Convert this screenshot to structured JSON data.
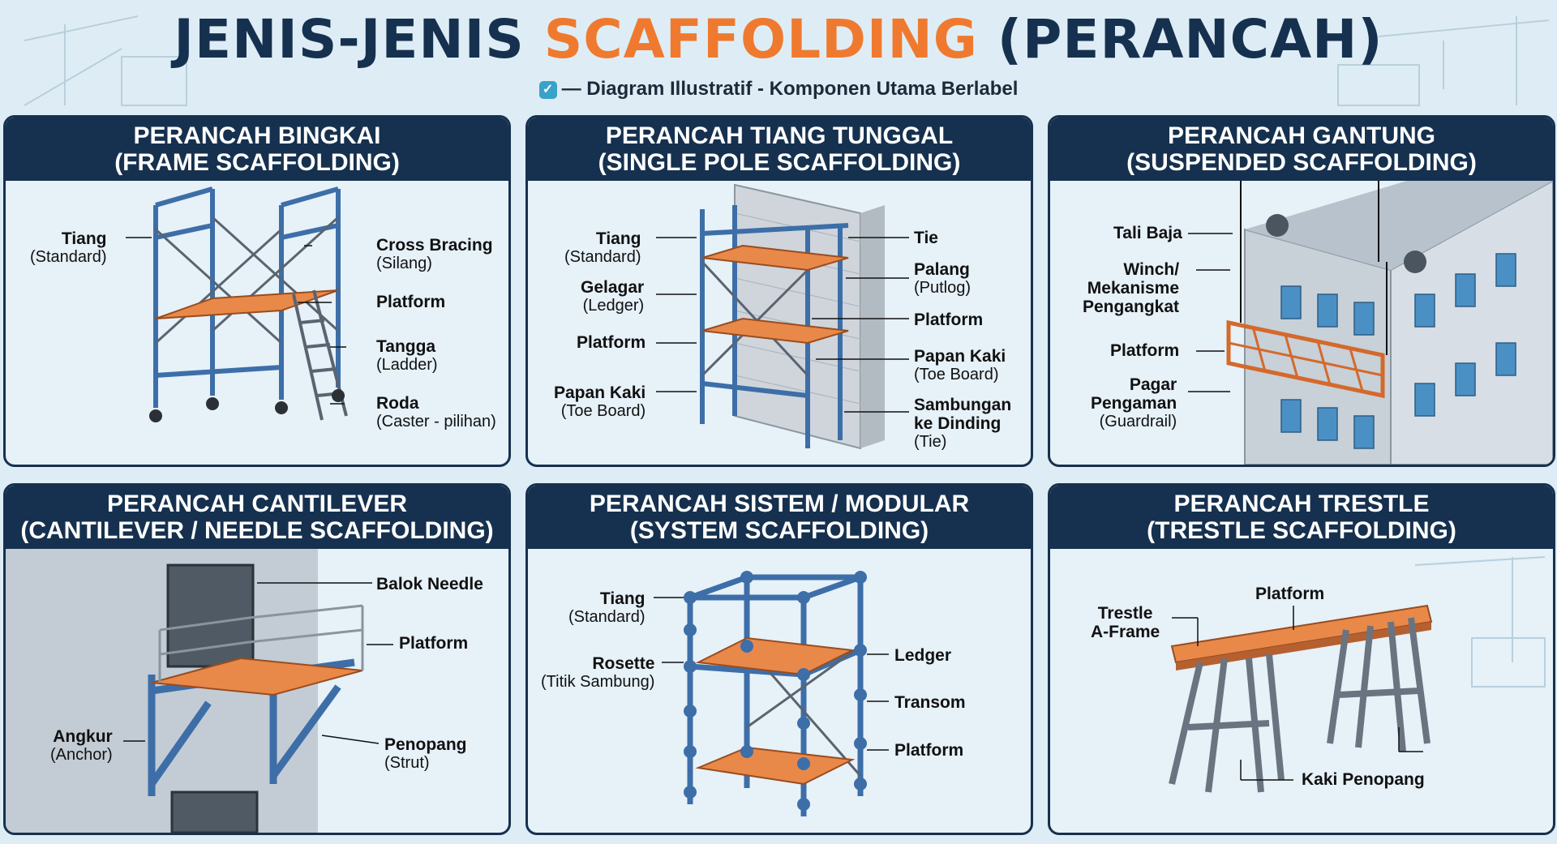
{
  "title": {
    "part1": "JENIS-JENIS",
    "part2": "SCAFFOLDING",
    "part3": "(PERANCAH)"
  },
  "subtitle": "— Diagram Illustratif - Komponen Utama Berlabel",
  "colors": {
    "navy": "#16314f",
    "orange": "#ef7a2f",
    "steel_blue": "#3d6ea8",
    "plank": "#e8894a",
    "background": "#deedf5"
  },
  "panels": [
    {
      "title": "PERANCAH BINGKAI",
      "subtitle": "(FRAME SCAFFOLDING)",
      "labels": {
        "tiang": "Tiang",
        "tiang_sub": "(Standard)",
        "cross": "Cross Bracing",
        "cross_sub": "(Silang)",
        "platform": "Platform",
        "tangga": "Tangga",
        "tangga_sub": "(Ladder)",
        "roda": "Roda",
        "roda_sub": "(Caster - pilihan)"
      }
    },
    {
      "title": "PERANCAH TIANG TUNGGAL",
      "subtitle": "(SINGLE POLE SCAFFOLDING)",
      "labels": {
        "tiang": "Tiang",
        "tiang_sub": "(Standard)",
        "gelagar": "Gelagar",
        "gelagar_sub": "(Ledger)",
        "platform_l": "Platform",
        "papan_l": "Papan Kaki",
        "papan_l_sub": "(Toe Board)",
        "tie": "Tie",
        "palang": "Palang",
        "palang_sub": "(Putlog)",
        "platform_r": "Platform",
        "papan_r": "Papan Kaki",
        "papan_r_sub": "(Toe Board)",
        "sambungan": "Sambungan",
        "sambungan_2": "ke Dinding",
        "sambungan_sub": "(Tie)"
      }
    },
    {
      "title": "PERANCAH GANTUNG",
      "subtitle": "(SUSPENDED SCAFFOLDING)",
      "labels": {
        "tali": "Tali Baja",
        "winch1": "Winch/",
        "winch2": "Mekanisme",
        "winch3": "Pengangkat",
        "platform": "Platform",
        "pagar1": "Pagar",
        "pagar2": "Pengaman",
        "pagar_sub": "(Guardrail)"
      }
    },
    {
      "title": "PERANCAH CANTILEVER",
      "subtitle": "(CANTILEVER / NEEDLE SCAFFOLDING)",
      "labels": {
        "balok": "Balok Needle",
        "platform": "Platform",
        "angkur": "Angkur",
        "angkur_sub": "(Anchor)",
        "penopang": "Penopang",
        "penopang_sub": "(Strut)"
      }
    },
    {
      "title": "PERANCAH SISTEM / MODULAR",
      "subtitle": "(SYSTEM SCAFFOLDING)",
      "labels": {
        "tiang": "Tiang",
        "tiang_sub": "(Standard)",
        "rosette": "Rosette",
        "rosette_sub": "(Titik Sambung)",
        "ledger": "Ledger",
        "transom": "Transom",
        "platform": "Platform"
      }
    },
    {
      "title": "PERANCAH TRESTLE",
      "subtitle": "(TRESTLE SCAFFOLDING)",
      "labels": {
        "platform": "Platform",
        "trestle1": "Trestle",
        "trestle2": "A-Frame",
        "kaki": "Kaki Penopang"
      }
    }
  ]
}
